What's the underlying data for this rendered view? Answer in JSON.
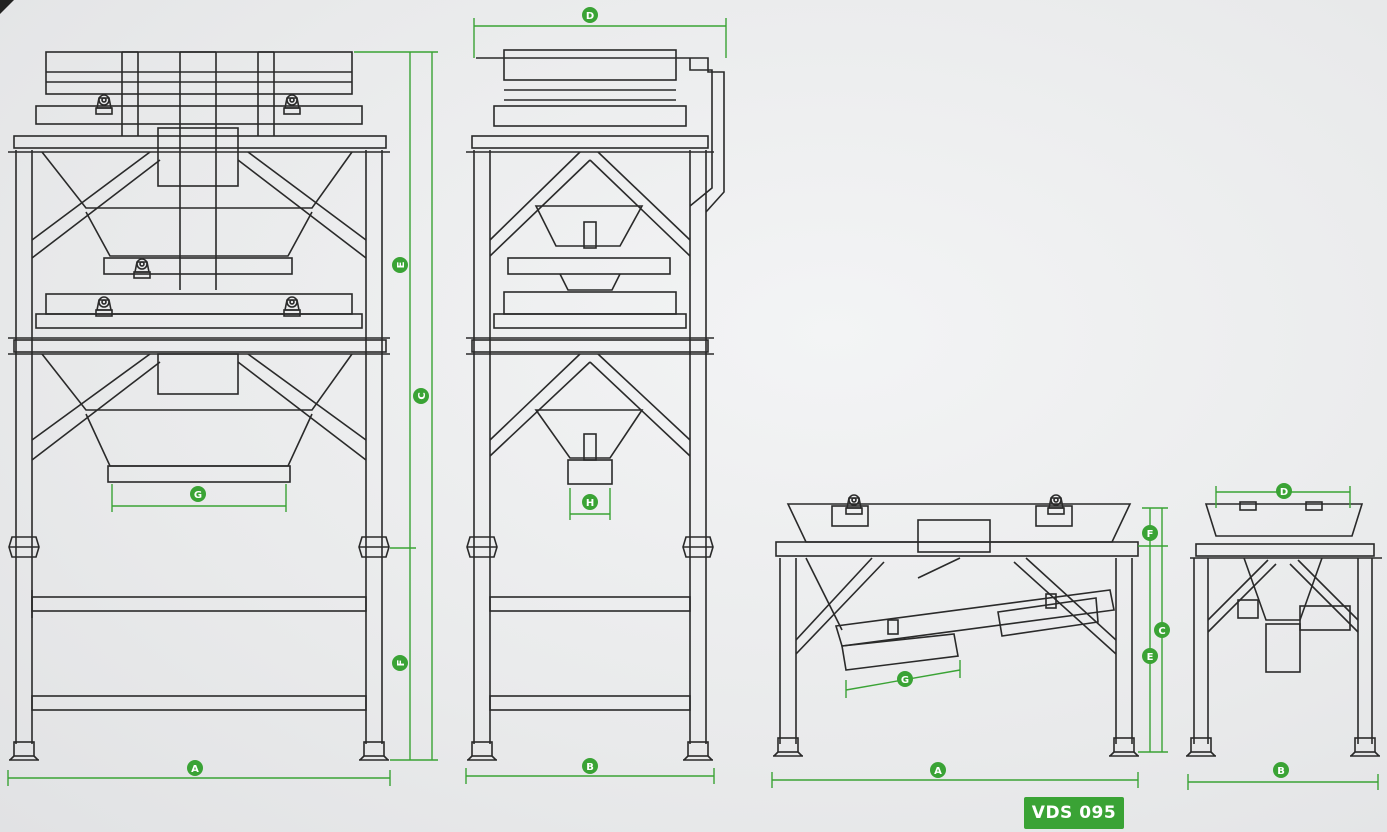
{
  "model_label": "VDS 095",
  "colors": {
    "line": "#2a2a2a",
    "dimension": "#3aa335",
    "badge": "#3aa335",
    "background": "#ececed"
  },
  "views": {
    "front": {
      "dim_overall_width": "A",
      "dim_overall_height": "C",
      "dim_upper_height": "E",
      "dim_leg_height": "F",
      "dim_outlet_width": "G"
    },
    "side": {
      "dim_top_width": "D",
      "dim_base_width": "B",
      "dim_outlet_width": "H"
    },
    "low_front": {
      "dim_overall_width": "A",
      "dim_deck_height": "F",
      "dim_overall_height": "C",
      "dim_leg_height": "E",
      "dim_outlet_width": "G"
    },
    "low_side": {
      "dim_top_width": "D",
      "dim_base_width": "B"
    }
  }
}
